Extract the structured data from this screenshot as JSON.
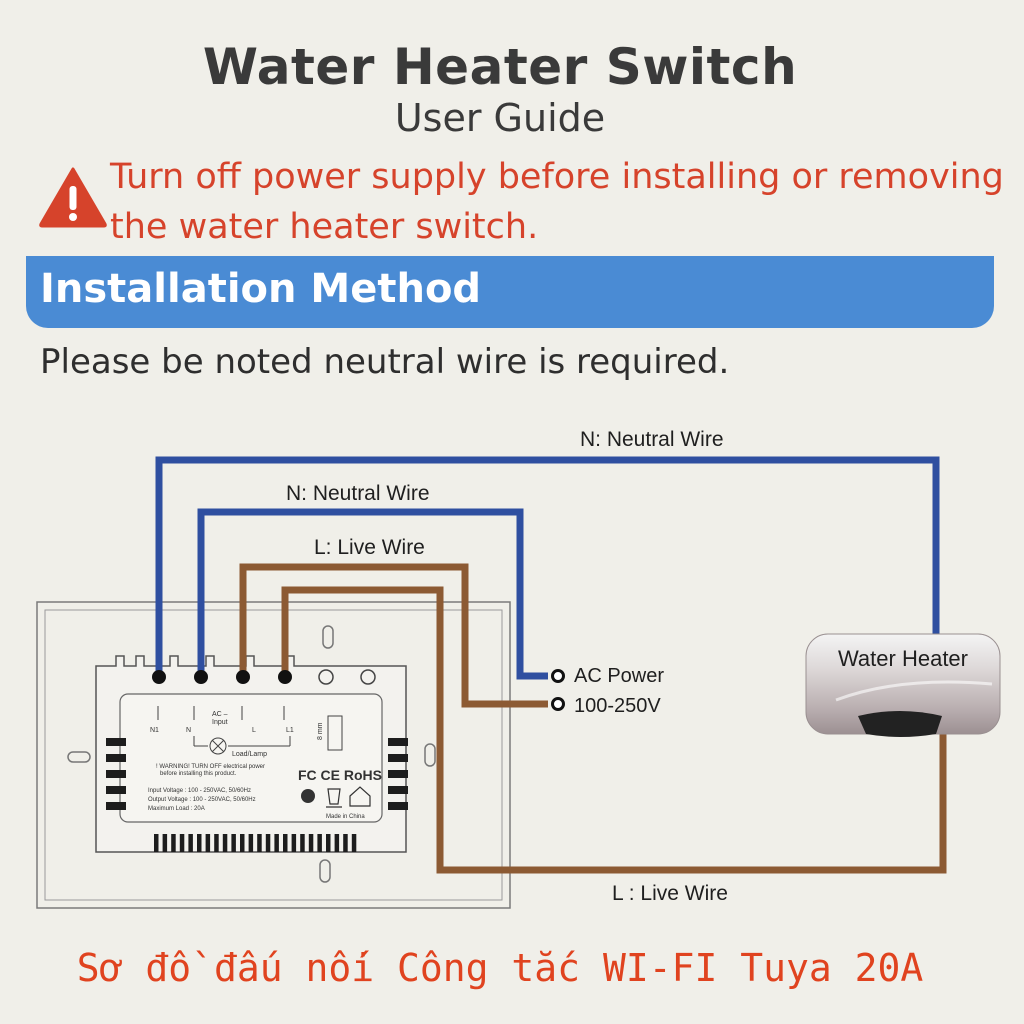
{
  "header": {
    "title": "Water Heater Switch",
    "subtitle": "User Guide"
  },
  "warning": {
    "icon": "warning-triangle-icon",
    "line1": "Turn off power supply before installing or removing",
    "line2": "the water heater switch."
  },
  "section": {
    "heading": "Installation Method",
    "note": "Please be noted neutral wire is required."
  },
  "diagram": {
    "labels": {
      "neutral_outer": "N: Neutral Wire",
      "neutral_inner": "N: Neutral Wire",
      "live_top": "L: Live Wire",
      "live_bottom": "L : Live Wire",
      "ac_power": "AC Power",
      "voltage": "100-250V",
      "heater": "Water Heater"
    },
    "switch_back": {
      "term_n1": "N1",
      "term_n": "N",
      "term_ac_input": "AC–\nInput",
      "term_l": "L",
      "term_l1": "L1",
      "load": "Load/Lamp",
      "strip": "8 mm",
      "warning": "WARNING! TURN OFF electrical power before installing this product.",
      "input_voltage": "Input Voltage : 100 - 250VAC, 50/60Hz",
      "output_voltage": "Output Voltage : 100 - 250VAC, 50/60Hz",
      "max_load": "Maximum Load : 20A",
      "made_in": "Made in China",
      "marks": "FC CE RoHS"
    },
    "colors": {
      "neutral": "#2f4fa0",
      "live": "#8c5a33",
      "accent_blue": "#4a8bd4",
      "warning_red": "#d6432b"
    }
  },
  "footer": {
    "caption": "Sơ đồ đấu nối Công tắc WI-FI Tuya 20A"
  }
}
